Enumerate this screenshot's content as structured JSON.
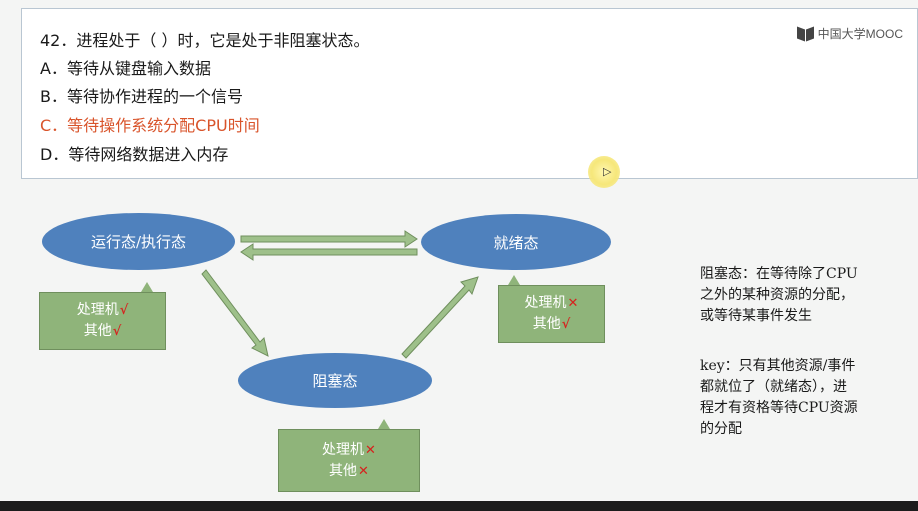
{
  "question": {
    "stem": "42．进程处于（    ）时，它是处于非阻塞状态。",
    "options": [
      {
        "label": "A．等待从键盘输入数据",
        "correct": false
      },
      {
        "label": "B．等待协作进程的一个信号",
        "correct": false
      },
      {
        "label": "C．等待操作系统分配CPU时间",
        "correct": true
      },
      {
        "label": "D．等待网络数据进入内存",
        "correct": false
      }
    ],
    "correct_color": "#d9542b"
  },
  "logo": {
    "text": "中国大学MOOC",
    "icon": "mooc-logo-icon"
  },
  "diagram": {
    "states": {
      "running": "运行态/执行态",
      "ready": "就绪态",
      "blocked": "阻塞态"
    },
    "callouts": {
      "running": {
        "processor": "处理机",
        "processor_mark": "√",
        "other": "其他",
        "other_mark": "√"
      },
      "ready": {
        "processor": "处理机",
        "processor_mark": "✕",
        "other": "其他",
        "other_mark": "√"
      },
      "blocked": {
        "processor": "处理机",
        "processor_mark": "✕",
        "other": "其他",
        "other_mark": "✕"
      }
    },
    "colors": {
      "ellipse": "#4f81bd",
      "callout": "#8fb47a",
      "arrow": "#9ec08a",
      "mark": "#d6221e"
    }
  },
  "notes": {
    "blocked_definition": [
      "阻塞态：在等待除了CPU",
      "之外的某种资源的分配，",
      "或等待某事件发生"
    ],
    "key": [
      "key：只有其他资源/事件",
      "都就位了（就绪态），进",
      "程才有资格等待CPU资源",
      "的分配"
    ]
  }
}
